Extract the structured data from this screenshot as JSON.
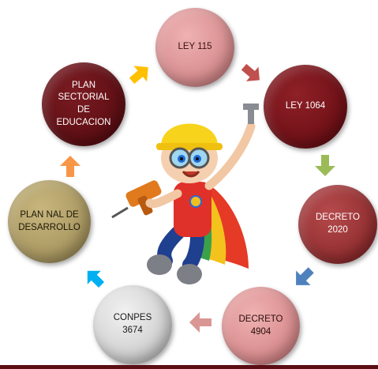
{
  "nodes": [
    {
      "label": "LEY 115"
    },
    {
      "label": "LEY 1064"
    },
    {
      "label": "DECRETO\n2020"
    },
    {
      "label": "DECRETO\n4904"
    },
    {
      "label": "CONPES\n3674"
    },
    {
      "label": "PLAN NAL DE\nDESARROLLO"
    },
    {
      "label": "PLAN\nSECTORIAL\nDE\nEDUCACION"
    }
  ],
  "colors": {
    "arrow_ley115_to_ley1064": "#c0504d",
    "arrow_ley1064_to_decreto2020": "#9bbb59",
    "arrow_decreto2020_to_decreto4904": "#4f81bd",
    "arrow_decreto4904_to_conpes": "#d99694",
    "arrow_conpes_to_plannal": "#00b0f0",
    "arrow_plannal_to_plansectorial": "#f79646",
    "arrow_plansectorial_to_ley115": "#ffc000"
  },
  "illustration": {
    "name": "child-builder-with-drill",
    "icon": "worker-kid-icon"
  }
}
